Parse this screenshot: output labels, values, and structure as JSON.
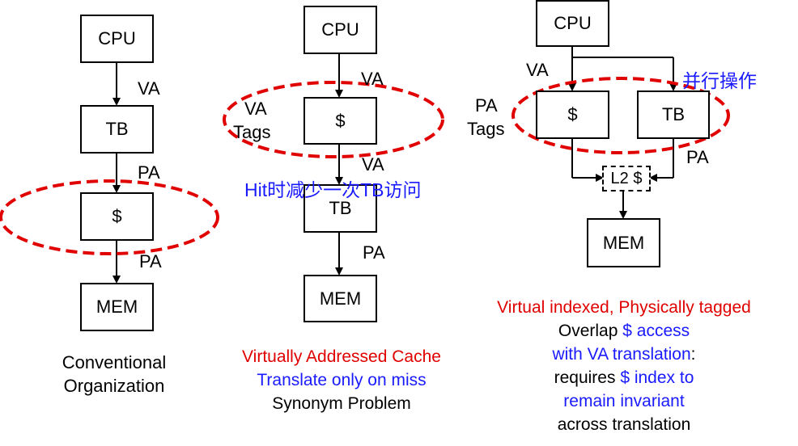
{
  "diagram_left": {
    "cpu": "CPU",
    "tb": "TB",
    "cache": "$",
    "mem": "MEM",
    "label_va": "VA",
    "label_pa_1": "PA",
    "label_pa_2": "PA",
    "caption": [
      "Conventional",
      "Organization"
    ]
  },
  "diagram_middle": {
    "cpu": "CPU",
    "cache": "$",
    "tb": "TB",
    "mem": "MEM",
    "label_va_1": "VA",
    "label_va_2": "VA",
    "label_pa": "PA",
    "label_tags": [
      "VA",
      "Tags"
    ],
    "annotation": "Hit时减少一次TB访问",
    "caption": {
      "line1": "Virtually Addressed Cache",
      "line2": "Translate only on miss",
      "line3": "Synonym Problem"
    }
  },
  "diagram_right": {
    "cpu": "CPU",
    "cache": "$",
    "tb": "TB",
    "l2": "L2 $",
    "mem": "MEM",
    "label_va": "VA",
    "label_pa": "PA",
    "label_tags": [
      "PA",
      "Tags"
    ],
    "annotation": "并行操作",
    "caption": {
      "line1": "Virtual indexed, Physically tagged",
      "line2a": "Overlap ",
      "line2b": "$ access",
      "line3a": "with VA translation",
      "line3b": ":",
      "line4a": "requires ",
      "line4b": "$ index to",
      "line5": "remain invariant",
      "line6": "across translation"
    }
  },
  "colors": {
    "highlight": "#e00000",
    "note": "#1a1aff"
  }
}
